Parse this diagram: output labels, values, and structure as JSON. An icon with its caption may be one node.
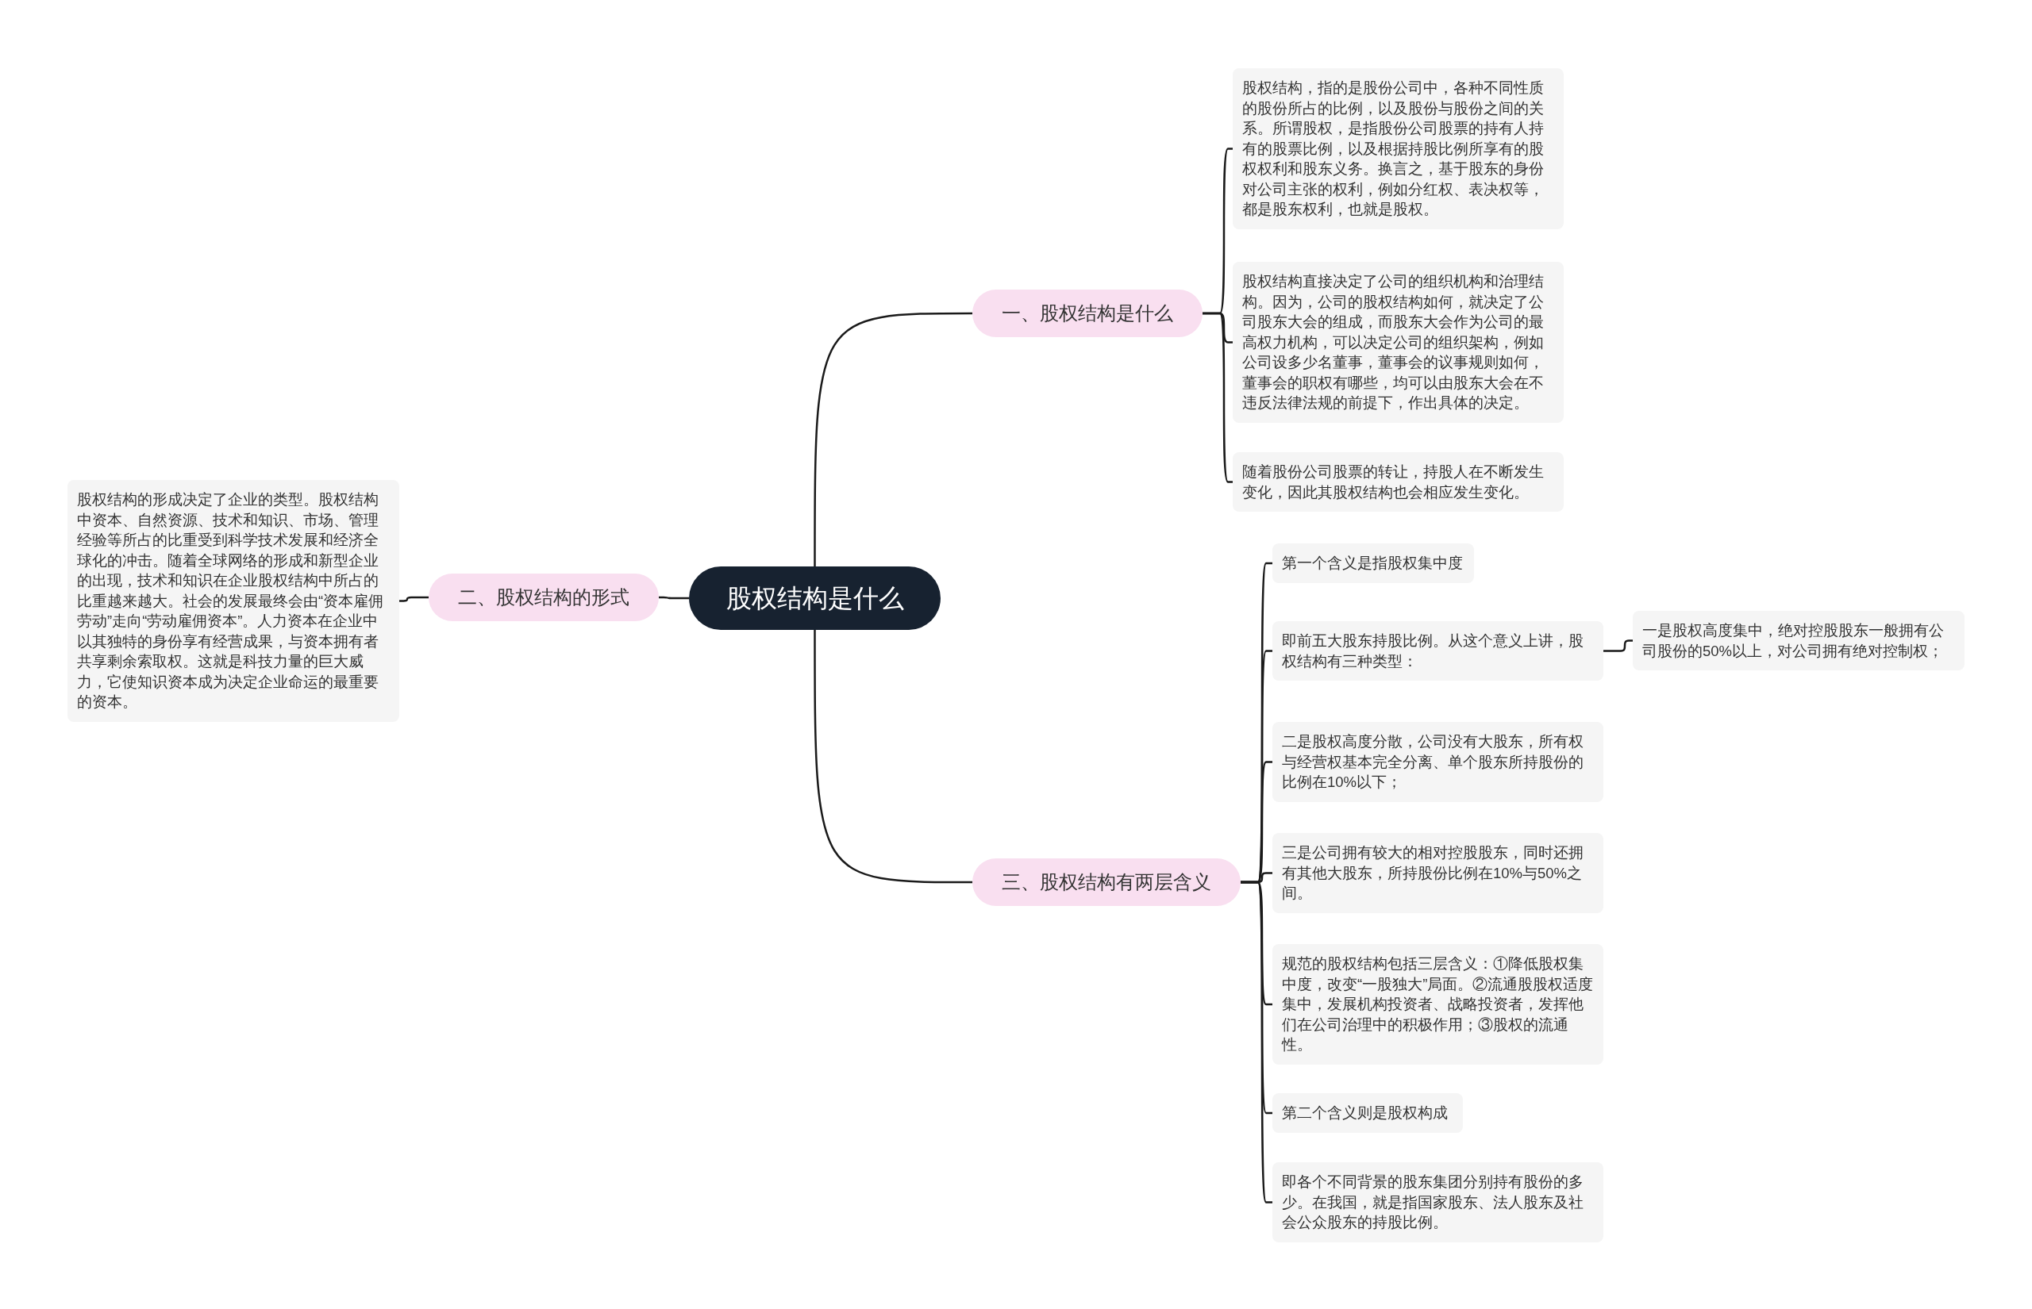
{
  "diagram": {
    "nodes": [
      {
        "text": [
          "股权结构是什么"
        ]
      },
      {
        "text": [
          "一、股权结构是什么"
        ]
      },
      {
        "text": [
          "股权结构，指的是股份公司中，各种不同性质的股份所占的比例，以及股份与股份之间的关系。所谓股权，是指股份公司股票的持有人持有的股票比例，以及根据持股比例所享有的股权权利和股东义务。换言之，基于股东的身份对公司主张的权利，例如分红权、表决权等，都是股东权利，也就是股权。"
        ]
      },
      {
        "text": [
          "股权结构直接决定了公司的组织机构和治理结构。因为，公司的股权结构如何，就决定了公司股东大会的组成，而股东大会作为公司的最高权力机构，可以决定公司的组织架构，例如公司设多少名董事，董事会的议事规则如何，董事会的职权有哪些，均可以由股东大会在不违反法律法规的前提下，作出具体的决定。"
        ]
      },
      {
        "text": [
          "随着股份公司股票的转让，持股人在不断发生变化，因此其股权结构也会相应发生变化。"
        ]
      },
      {
        "text": [
          "二、股权结构的形式"
        ]
      },
      {
        "text": [
          "股权结构的形成决定了企业的类型。股权结构中资本、自然资源、技术和知识、市场、管理经验等所占的比重受到科学技术发展和经济全球化的冲击。随着全球网络的形成和新型企业的出现，技术和知识在企业股权结构中所占的比重越来越大。社会的发展最终会由“资本雇佣劳动”走向“劳动雇佣资本”。人力资本在企业中以其独特的身份享有经营成果，与资本拥有者共享剩余索取权。这就是科技力量的巨大威力，它使知识资本成为决定企业命运的最重要的资本。"
        ]
      },
      {
        "text": [
          "三、股权结构有两层含义"
        ]
      },
      {
        "text": [
          "第一个含义是指股权集中度"
        ]
      },
      {
        "text": [
          "即前五大股东持股比例。从这个意义上讲，股权结构有三种类型："
        ]
      },
      {
        "text": [
          "一是股权高度集中，绝对控股股东一般拥有公司股份的50%以上，对公司拥有绝对控制权；"
        ]
      },
      {
        "text": [
          "二是股权高度分散，公司没有大股东，所有权与经营权基本完全分离、单个股东所持股份的比例在10%以下；"
        ]
      },
      {
        "text": [
          "三是公司拥有较大的相对控股股东，同时还拥有其他大股东，所持股份比例在10%与50%之间。"
        ]
      },
      {
        "text": [
          "规范的股权结构包括三层含义：①降低股权集中度，改变“一股独大”局面。②流通股股权适度集中，发展机构投资者、战略投资者，发挥他们在公司治理中的积极作用；③股权的流通性。"
        ]
      },
      {
        "text": [
          "第二个含义则是股权构成"
        ]
      },
      {
        "text": [
          "即各个不同背景的股东集团分别持有股份的多少。在我国，就是指国家股东、法人股东及社会公众股东的持股比例。"
        ]
      }
    ],
    "edges": [
      {
        "from": 0,
        "to": 1,
        "arrow": "none"
      },
      {
        "from": 0,
        "to": 5,
        "arrow": "none"
      },
      {
        "from": 0,
        "to": 7,
        "arrow": "none"
      },
      {
        "from": 1,
        "to": 2,
        "arrow": "none"
      },
      {
        "from": 1,
        "to": 3,
        "arrow": "none"
      },
      {
        "from": 1,
        "to": 4,
        "arrow": "none"
      },
      {
        "from": 5,
        "to": 6,
        "arrow": "none"
      },
      {
        "from": 7,
        "to": 8,
        "arrow": "none"
      },
      {
        "from": 7,
        "to": 9,
        "arrow": "none"
      },
      {
        "from": 9,
        "to": 10,
        "arrow": "none"
      },
      {
        "from": 7,
        "to": 11,
        "arrow": "none"
      },
      {
        "from": 7,
        "to": 12,
        "arrow": "none"
      },
      {
        "from": 7,
        "to": 13,
        "arrow": "none"
      },
      {
        "from": 7,
        "to": 14,
        "arrow": "none"
      },
      {
        "from": 7,
        "to": 15,
        "arrow": "none"
      }
    ]
  }
}
